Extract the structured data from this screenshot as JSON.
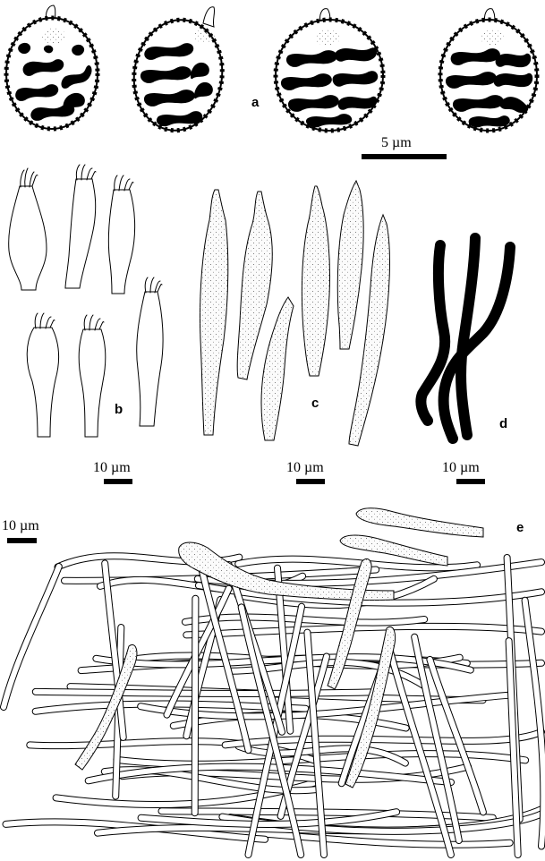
{
  "panels": {
    "a": {
      "letter": "a",
      "scale_label": "5 µm"
    },
    "b": {
      "letter": "b",
      "scale_label": "10 µm"
    },
    "c": {
      "letter": "c",
      "scale_label": "10 µm"
    },
    "d": {
      "letter": "d",
      "scale_label": "10 µm"
    },
    "e": {
      "letter": "e",
      "scale_label": "10 µm"
    }
  },
  "colors": {
    "ink": "#000000",
    "paper": "#ffffff"
  }
}
